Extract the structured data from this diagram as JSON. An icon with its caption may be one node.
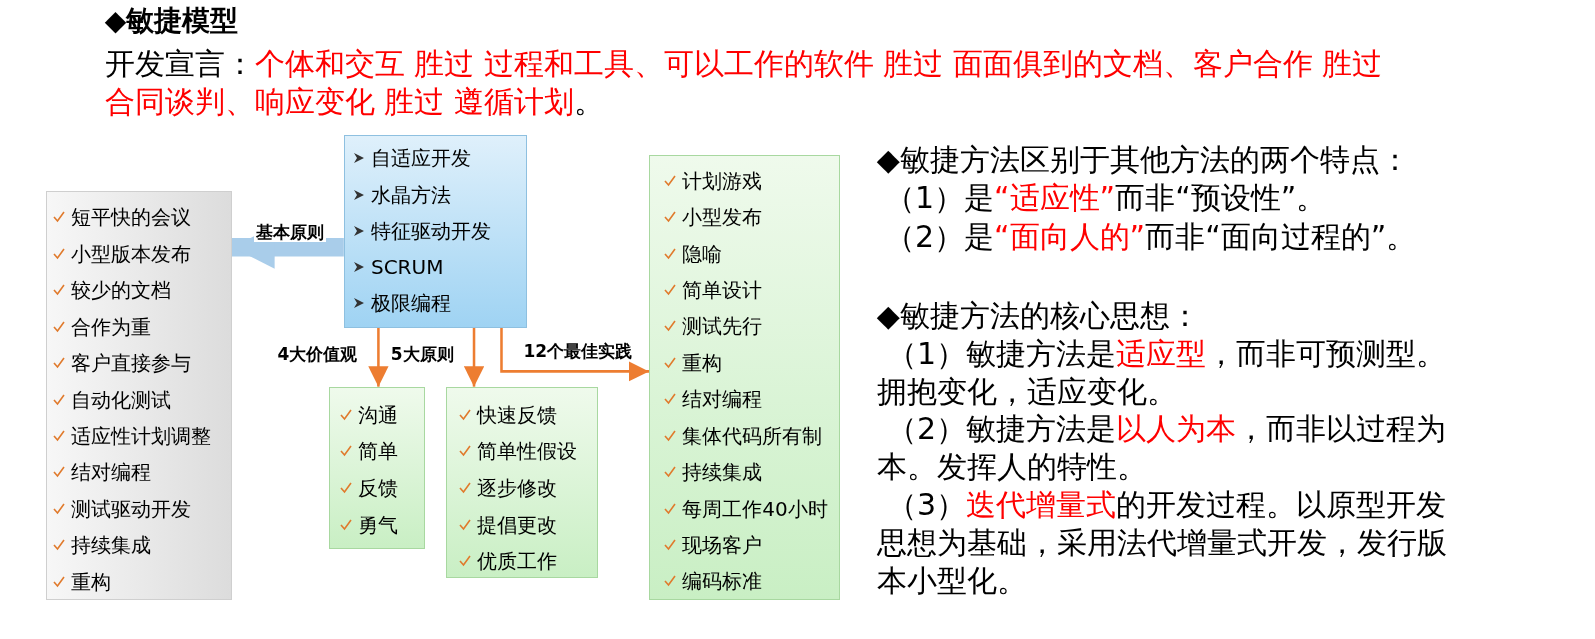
{
  "diagram": {
    "title": "◆敏捷模型",
    "nodes": [
      {
        "text": [
          "自适应开发",
          "水晶方法",
          "特征驱动开发",
          "SCRUM",
          "极限编程"
        ]
      },
      {
        "text": [
          "短平快的会议",
          "小型版本发布",
          "较少的文档",
          "合作为重",
          "客户直接参与",
          "自动化测试",
          "适应性计划调整",
          "结对编程",
          "测试驱动开发",
          "持续集成",
          "重构"
        ]
      },
      {
        "text": [
          "沟通",
          "简单",
          "反馈",
          "勇气"
        ]
      },
      {
        "text": [
          "快速反馈",
          "简单性假设",
          "逐步修改",
          "提倡更改",
          "优质工作"
        ]
      },
      {
        "text": [
          "计划游戏",
          "小型发布",
          "隐喻",
          "简单设计",
          "测试先行",
          "重构",
          "结对编程",
          "集体代码所有制",
          "持续集成",
          "每周工作40小时",
          "现场客户",
          "编码标准"
        ]
      }
    ],
    "edges": [
      {
        "from": 0,
        "to": 1,
        "arrow": "to",
        "label": "基本原则",
        "style": "thick",
        "color": "#a9cdea"
      },
      {
        "from": 0,
        "to": 2,
        "arrow": "to",
        "label": "4大价值观"
      },
      {
        "from": 0,
        "to": 3,
        "arrow": "to",
        "label": "5大原则"
      },
      {
        "from": 0,
        "to": 4,
        "arrow": "to",
        "label": "12个最佳实践"
      }
    ],
    "labels": [
      "开发宣言：",
      "个体和交互 胜过 过程和工具、可以工作的软件 胜过 面面俱到的文档、客户合作 胜过合同谈判、响应变化 胜过 遵循计划",
      "。",
      "◆敏捷方法区别于其他方法的两个特点：",
      "（1）是",
      "“适应性”",
      "而非“预设性”。",
      "（2）是",
      "“面向人的”",
      "而非“面向过程的”。",
      "◆敏捷方法的核心思想：",
      "（1）敏捷方法是",
      "适应型",
      "，而非可预测型。拥抱变化，适应变化。",
      "（2）敏捷方法是",
      "以人为本",
      "，而非以过程为本。发挥人的特性。",
      "（3）",
      "迭代增量式",
      "的开发过程。以原型开发思想为基础，采用法代增量式开发，发行版本小型化。"
    ]
  }
}
